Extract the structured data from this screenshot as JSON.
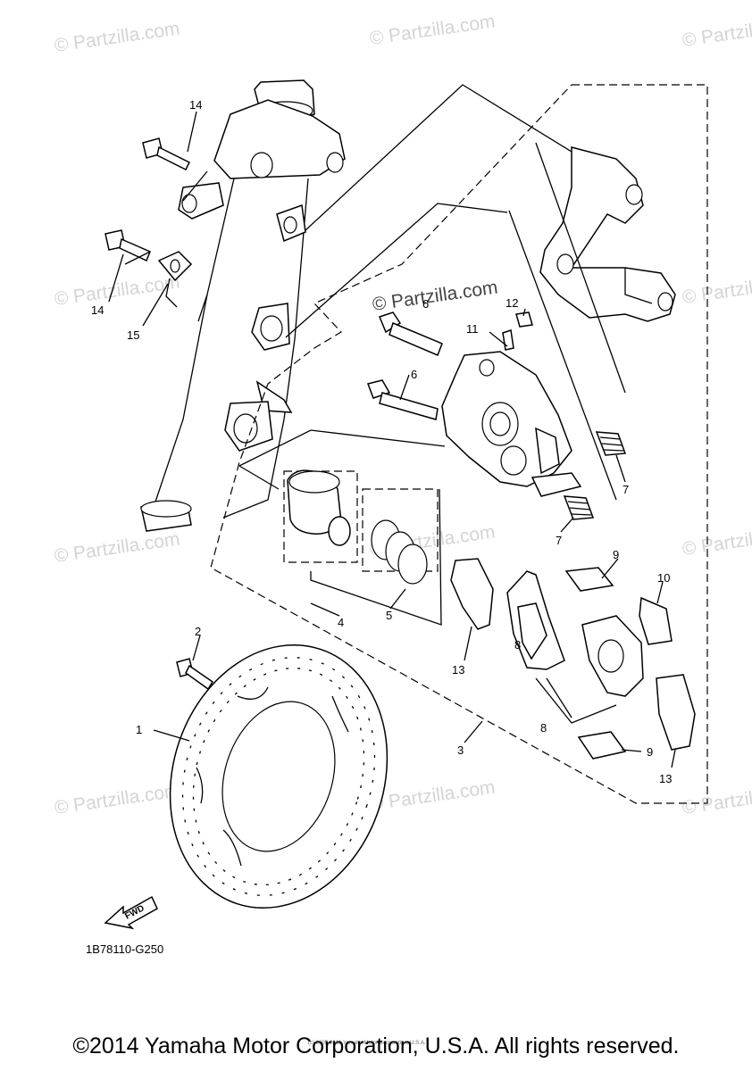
{
  "watermark": {
    "text": "© Partzilla.com",
    "overlay_text": "© Partzilla.com"
  },
  "callouts": {
    "c1": "1",
    "c2": "2",
    "c3": "3",
    "c4": "4",
    "c5": "5",
    "c6a": "6",
    "c6b": "6",
    "c7a": "7",
    "c7b": "7",
    "c8": "8",
    "c9a": "9",
    "c9b": "9",
    "c10": "10",
    "c11": "11",
    "c12": "12",
    "c13a": "13",
    "c13b": "13",
    "c14a": "14",
    "c14b": "14",
    "c15": "15",
    "c8b": "8"
  },
  "fwd_label": "FWD",
  "diagram_code": "1B78110-G250",
  "small_copyright": "(c) 2005-2016 Yamaha Motor Corporation, U.S.A.",
  "copyright": "©2014 Yamaha Motor Corporation, U.S.A. All rights reserved."
}
